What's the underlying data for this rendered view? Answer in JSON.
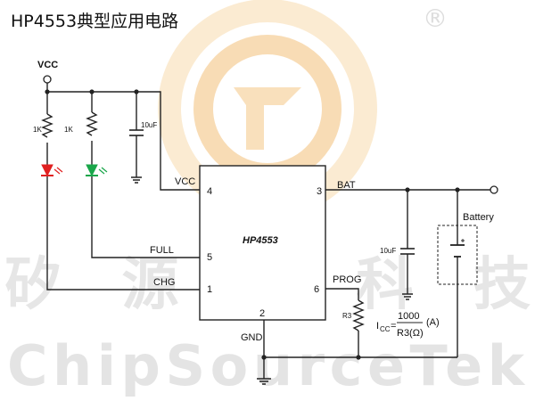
{
  "title": "HP4553典型应用电路",
  "registered_mark": "®",
  "watermark": {
    "chinese": "矽 源 特 科 技",
    "english": "ChipSourceTek"
  },
  "chip": {
    "name": "HP4553",
    "pins": {
      "vcc": {
        "label": "VCC",
        "number": "4"
      },
      "bat": {
        "label": "BAT",
        "number": "3"
      },
      "full": {
        "label": "FULL",
        "number": "5"
      },
      "chg": {
        "label": "CHG",
        "number": "1"
      },
      "prog": {
        "label": "PROG",
        "number": "6"
      },
      "gnd": {
        "label": "GND",
        "number": "2"
      }
    }
  },
  "components": {
    "vcc_input": "VCC",
    "r_red": "1K",
    "r_green": "1K",
    "cap_in": "10uF",
    "cap_out": "10uF",
    "battery": "Battery",
    "r_prog": "R3"
  },
  "formula": {
    "lhs_main": "I",
    "lhs_sub": "CC",
    "equals": "=",
    "numerator": "1000",
    "denominator": "R3(Ω)",
    "unit": "(A)"
  },
  "colors": {
    "wire": "#222222",
    "led_red": "#e02020",
    "led_green": "#1aa64a",
    "watermark_orange": "#f6cf9a",
    "watermark_gray": "#e4e4e4"
  }
}
